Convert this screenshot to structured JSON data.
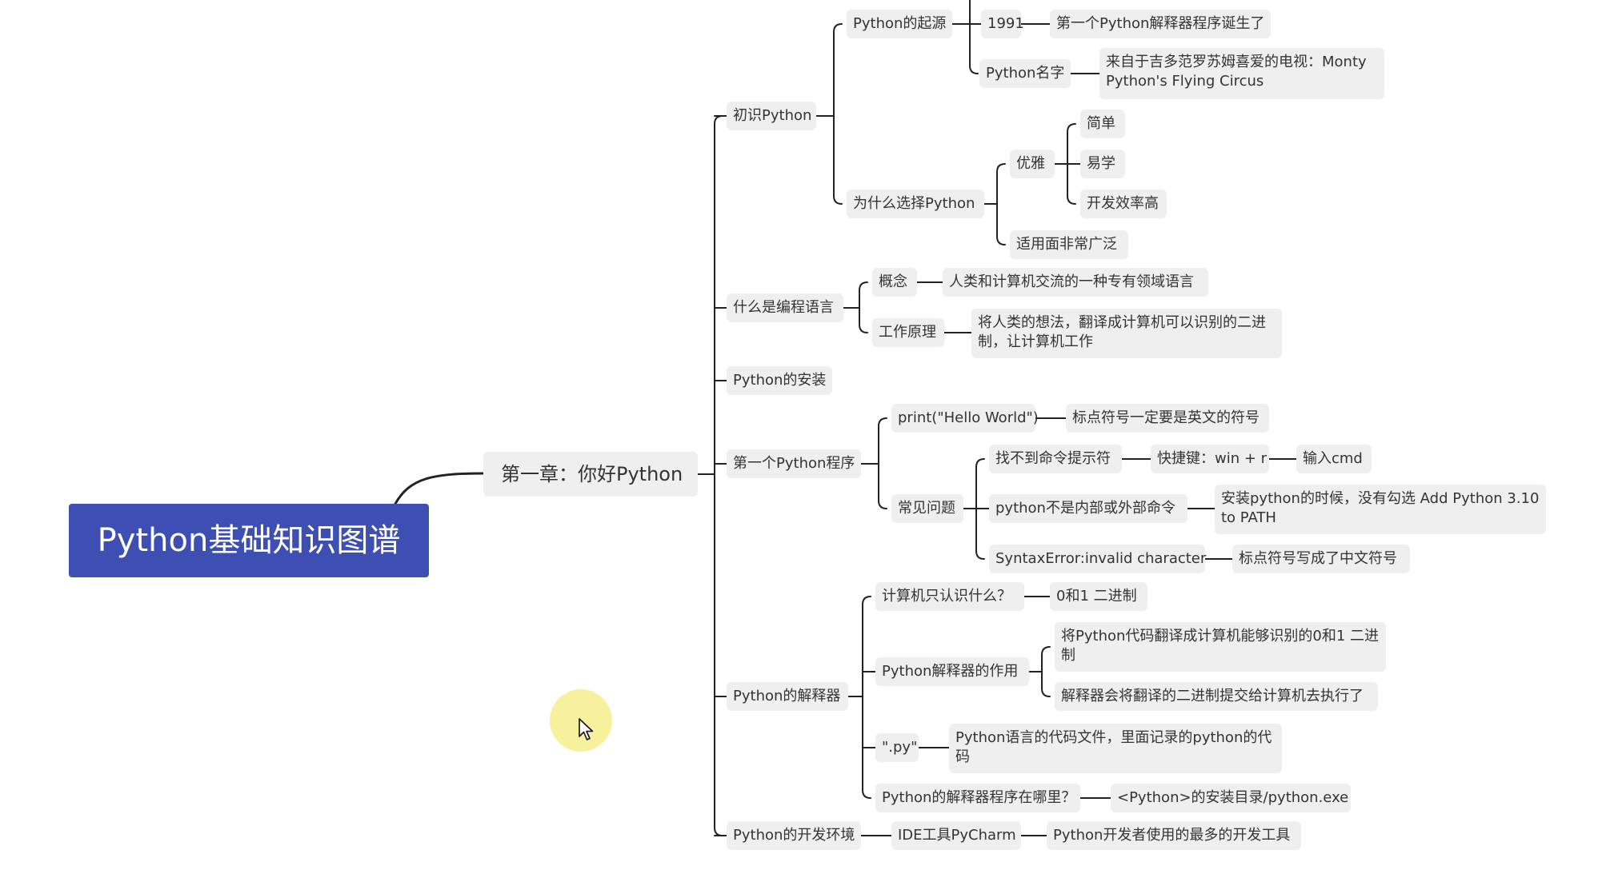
{
  "title": "Python基础知识图谱",
  "colors": {
    "root_bg": "#3d4fb3",
    "node_bg": "#efefef",
    "line": "#222222",
    "cursor_halo": "#f6ee8c"
  },
  "nodes": {
    "root": "Python基础知识图谱",
    "ch1": "第一章：你好Python",
    "b1": "初识Python",
    "b1a": "Python的起源",
    "b1a1": "1991",
    "b1a1x": "第一个Python解释器程序诞生了",
    "b1a2": "Python名字",
    "b1a2x": "来自于吉多范罗苏姆喜爱的电视：Monty Python's Flying Circus",
    "b1b": "为什么选择Python",
    "b1b1": "优雅",
    "b1b1a": "简单",
    "b1b1b": "易学",
    "b1b1c": "开发效率高",
    "b1b2": "适用面非常广泛",
    "b2": "什么是编程语言",
    "b2a": "概念",
    "b2ax": "人类和计算机交流的一种专有领域语言",
    "b2b": "工作原理",
    "b2bx": "将人类的想法，翻译成计算机可以识别的二进制，让计算机工作",
    "b3": "Python的安装",
    "b4": "第一个Python程序",
    "b4a": "print(\"Hello World\")",
    "b4ax": "标点符号一定要是英文的符号",
    "b4b": "常见问题",
    "b4b1": "找不到命令提示符",
    "b4b1a": "快捷键：win + r",
    "b4b1b": "输入cmd",
    "b4b2": "python不是内部或外部命令",
    "b4b2x": "安装python的时候，没有勾选 Add Python 3.10 to PATH",
    "b4b3": "SyntaxError:invalid character",
    "b4b3x": "标点符号写成了中文符号",
    "b5": "Python的解释器",
    "b5a": "计算机只认识什么？",
    "b5ax": "0和1 二进制",
    "b5b": "Python解释器的作用",
    "b5b1": "将Python代码翻译成计算机能够识别的0和1 二进制",
    "b5b2": "解释器会将翻译的二进制提交给计算机去执行了",
    "b5c": "\".py\"",
    "b5cx": "Python语言的代码文件，里面记录的python的代码",
    "b5d": "Python的解释器程序在哪里？",
    "b5dx": "<Python>的安装目录/python.exe",
    "b6": "Python的开发环境",
    "b6a": "IDE工具PyCharm",
    "b6ax": "Python开发者使用的最多的开发工具"
  }
}
